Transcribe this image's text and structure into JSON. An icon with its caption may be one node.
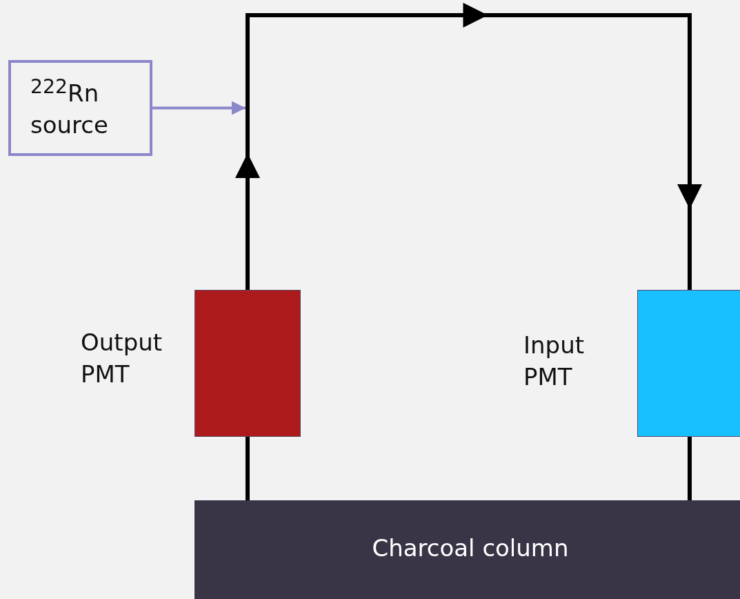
{
  "diagram": {
    "nodes": [
      {
        "text": [
          "$^{222}$Rn source"
        ]
      },
      {
        "text": [],
        "shape": "box",
        "beside": [
          "Output PMT"
        ]
      },
      {
        "text": [],
        "shape": "box",
        "beside": [
          "Input PMT"
        ]
      },
      {
        "text": [
          "Charcoal column"
        ]
      }
    ],
    "edges": [
      {
        "from": 3,
        "to": 1,
        "arrow": "none"
      },
      {
        "from": 1,
        "to": 2,
        "arrow": "to"
      },
      {
        "from": 2,
        "to": 3,
        "arrow": "none"
      },
      {
        "from": 0,
        "to": null,
        "arrow": "to",
        "color": "#8b87c9"
      }
    ]
  }
}
